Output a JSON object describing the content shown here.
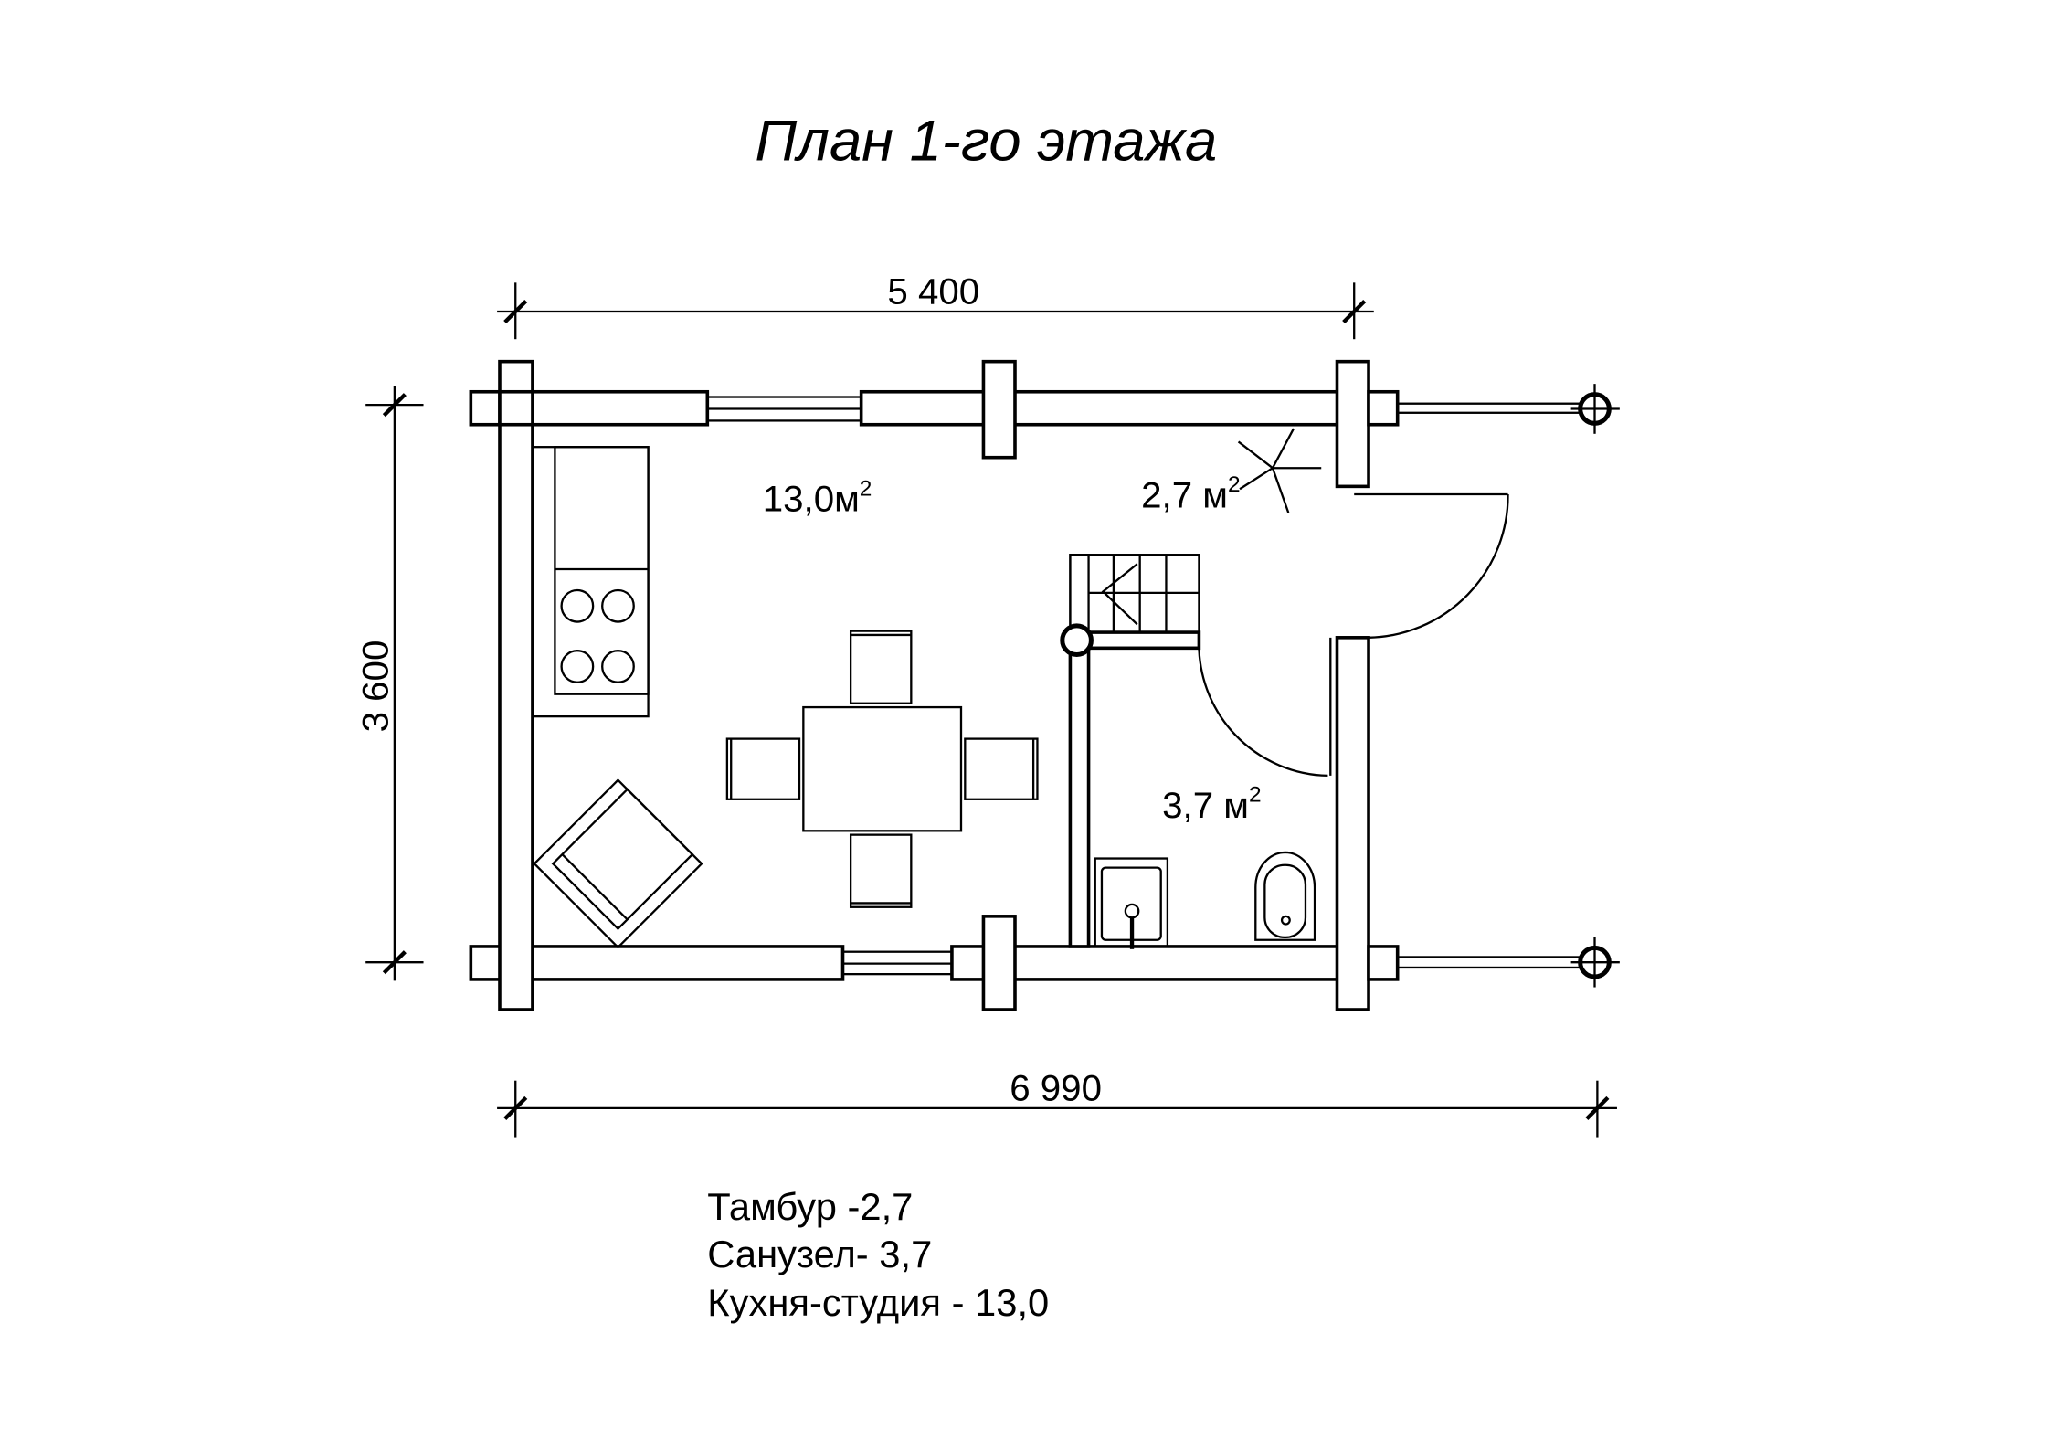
{
  "title": "План 1-го этажа",
  "dimensions": {
    "top": "5 400",
    "left": "3 600",
    "bottom": "6 990"
  },
  "rooms": {
    "kitchen": {
      "area": "13,0",
      "unit": "м",
      "sup": "2"
    },
    "tambur": {
      "area": "2,7",
      "unit": "м",
      "sup": "2"
    },
    "bathroom": {
      "area": "3,7",
      "unit": "м",
      "sup": "2"
    }
  },
  "legend": [
    "Тамбур -2,7",
    "Санузел- 3,7",
    "Кухня-студия - 13,0"
  ]
}
